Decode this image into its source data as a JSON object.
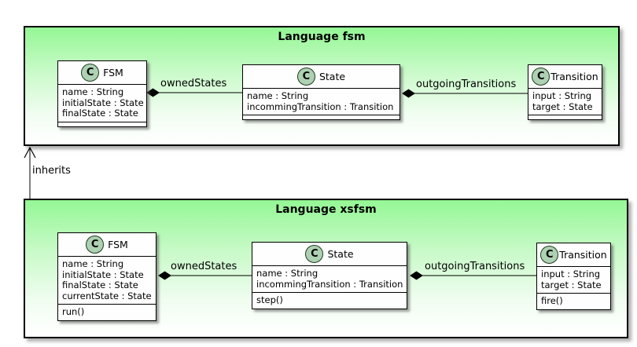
{
  "diagram": {
    "packages": [
      {
        "title": "Language fsm",
        "classes": [
          {
            "stereotype": "C",
            "name": "FSM",
            "attributes": [
              "name : String",
              "initialState : State",
              "finalState : State"
            ],
            "methods": []
          },
          {
            "stereotype": "C",
            "name": "State",
            "attributes": [
              "name : String",
              "incommingTransition : Transition"
            ],
            "methods": []
          },
          {
            "stereotype": "C",
            "name": "Transition",
            "attributes": [
              "input : String",
              "target : State"
            ],
            "methods": []
          }
        ],
        "relation_labels": [
          "ownedStates",
          "outgoingTransitions"
        ]
      },
      {
        "title": "Language xsfsm",
        "classes": [
          {
            "stereotype": "C",
            "name": "FSM",
            "attributes": [
              "name : String",
              "initialState : State",
              "finalState : State",
              "currentState : State"
            ],
            "methods": [
              "run()"
            ]
          },
          {
            "stereotype": "C",
            "name": "State",
            "attributes": [
              "name : String",
              "incommingTransition : Transition"
            ],
            "methods": [
              "step()"
            ]
          },
          {
            "stereotype": "C",
            "name": "Transition",
            "attributes": [
              "input : String",
              "target : State"
            ],
            "methods": [
              "fire()"
            ]
          }
        ],
        "relation_labels": [
          "ownedStates",
          "outgoingTransitions"
        ]
      }
    ],
    "inherits_label": "inherits",
    "colors": {
      "package_gradient_top": "#94f794",
      "package_gradient_bottom": "#ffffff",
      "border": "#000000",
      "class_background": "#fefefe",
      "spot_background": "#add1b2",
      "spot_border": "#1f3b1f",
      "diamond_fill": "#000000"
    }
  }
}
